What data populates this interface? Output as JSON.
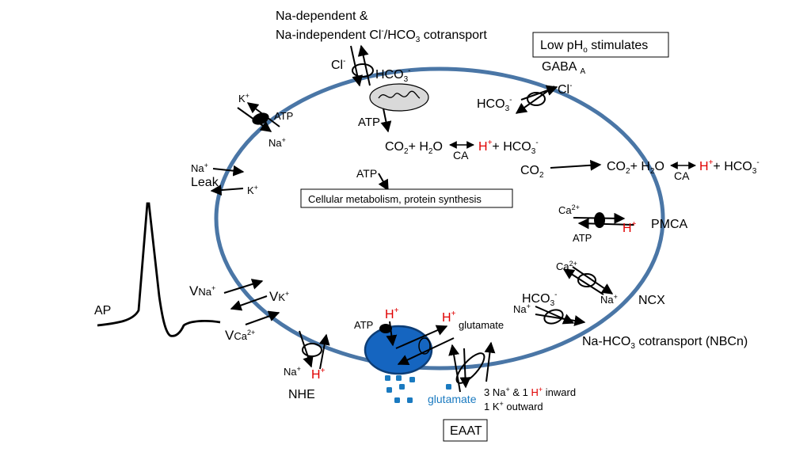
{
  "labels": {
    "na_dep_line1": "Na-dependent &",
    "na_dep_line2_a": "Na-independent Cl",
    "na_dep_sup_minus": "-",
    "na_dep_line2_b": "/HCO",
    "na_dep_sub3": "3",
    "na_dep_line2_c": " cotransport",
    "low_ph_a": "Low pH",
    "low_ph_sub": "o",
    "low_ph_b": " stimulates",
    "gaba": "GABA",
    "gaba_sub": "A",
    "cl": "Cl",
    "minus": "-",
    "hco": "HCO",
    "three": "3",
    "k": "K",
    "na": "Na",
    "plus": "+",
    "atp": "ATP",
    "co": "CO",
    "two": "2",
    "co2_plus_h": "+ H",
    "o": "O",
    "h": "H",
    "plus_hco": "+ HCO",
    "ca_enzyme": "CA",
    "leak": "Leak",
    "metabolism": "Cellular metabolism, protein synthesis",
    "ca": "Ca",
    "two_plus": "2+",
    "pmca": "PMCA",
    "ncx": "NCX",
    "nbcn": "Na-HCO",
    "nbcn_b": " cotransport (NBCn)",
    "ap": "AP",
    "v": "V",
    "glutamate": "glutamate",
    "eaat_line1_a": "3 Na",
    "eaat_line1_b": " & 1 ",
    "eaat_line1_c": " inward",
    "eaat_line2_a": "1 K",
    "eaat_line2_b": " outward",
    "eaat": "EAAT",
    "nhe": "NHE"
  },
  "colors": {
    "membrane": "#4a76a6",
    "vesicle": "#1565c0",
    "glutamate_dots": "#1a7ac0",
    "red": "#e00000"
  }
}
